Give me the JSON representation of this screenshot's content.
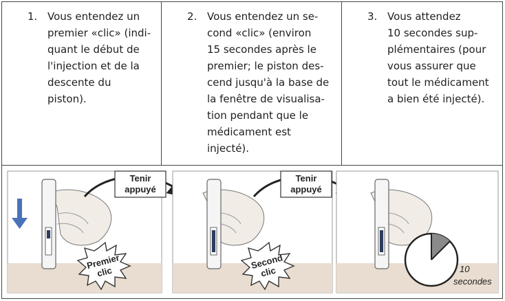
{
  "steps": [
    {
      "number": "1.",
      "lines": [
        "Vous entendez un",
        "premier «clic» (indi-",
        "quant le début de",
        "l'injection et de la",
        "descente du",
        "piston)."
      ]
    },
    {
      "number": "2.",
      "lines": [
        "Vous entendez un se-",
        "cond «clic» (environ",
        "15 secondes après le",
        "premier; le piston des-",
        "cend jusqu'à la base de",
        "la fenêtre de visualisa-",
        "tion pendant que le",
        "médicament est",
        "injecté)."
      ]
    },
    {
      "number": "3.",
      "lines": [
        "Vous attendez",
        "10 secondes sup-",
        "plémentaires (pour",
        "vous assurer que",
        "tout le médicament",
        "a bien été injecté)."
      ]
    }
  ],
  "illustration": {
    "hold_label_1": [
      "Tenir",
      "appuyé"
    ],
    "hold_label_2": [
      "Tenir",
      "appuyé"
    ],
    "burst_1": [
      "Premier",
      "clic"
    ],
    "burst_2": [
      "Second",
      "clic"
    ],
    "timer_value": "10",
    "timer_unit": "secondes",
    "colors": {
      "arrow_blue": "#4a72b8",
      "surface": "#e8ddd0",
      "window": "#2c3b5e"
    }
  }
}
